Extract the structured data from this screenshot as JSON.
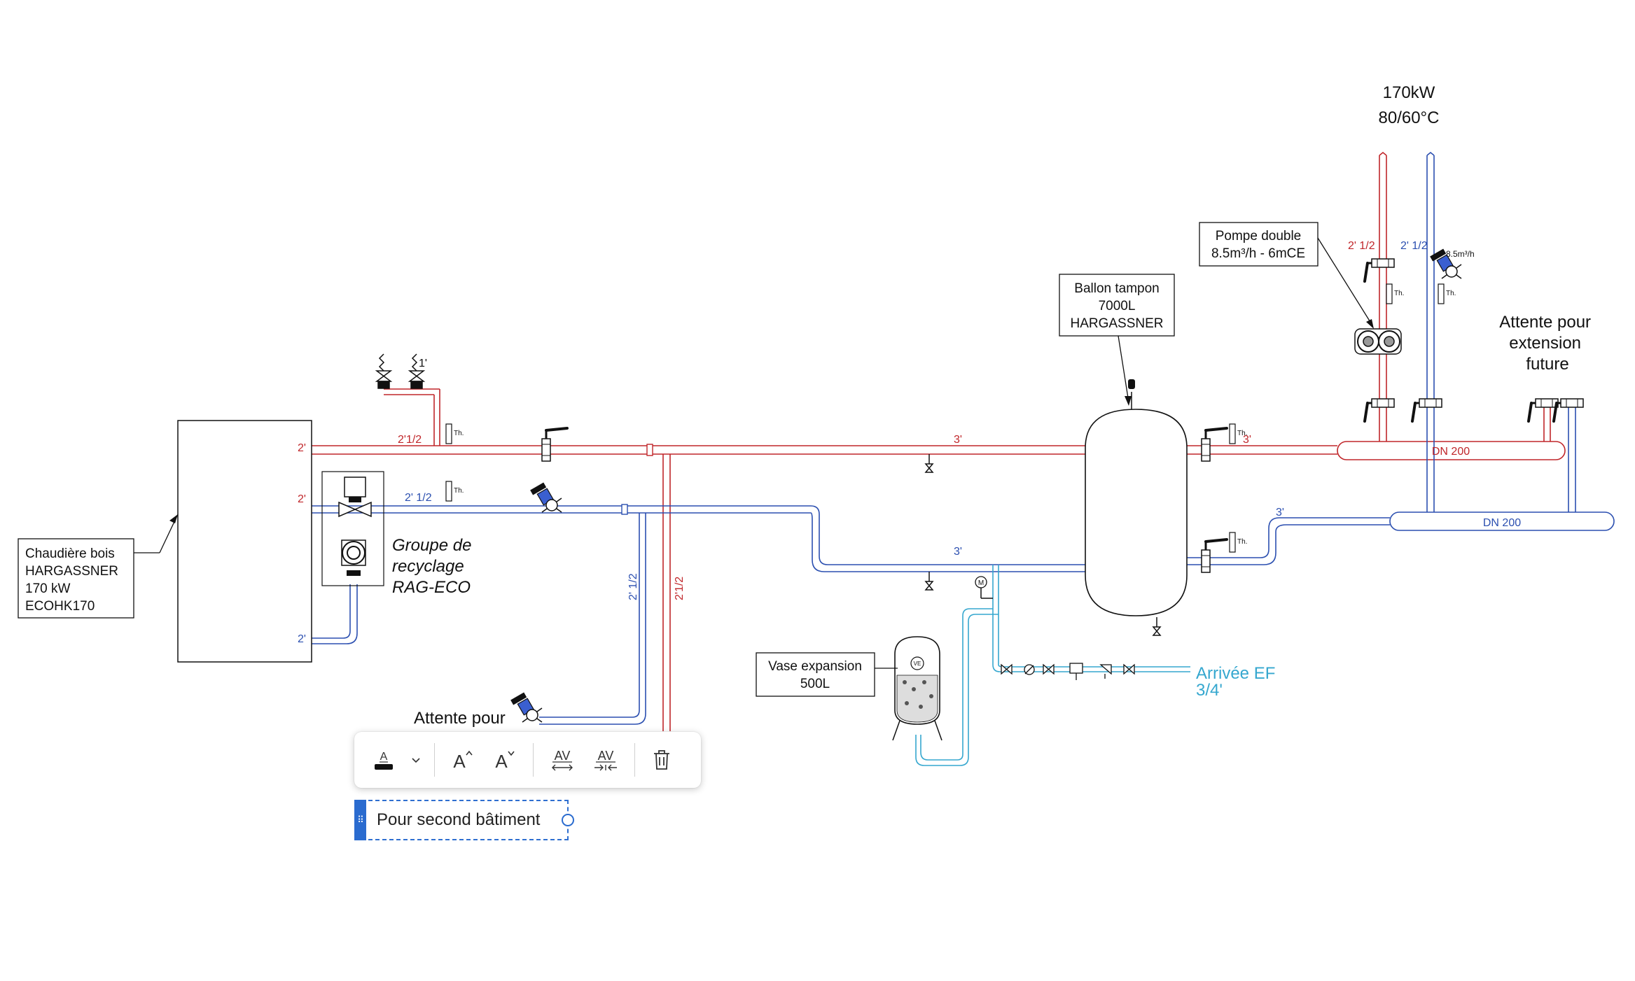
{
  "diagram": {
    "top_power": "170kW",
    "top_temp": "80/60°C",
    "boiler_callout": [
      "Chaudière bois",
      "HARGASSNER",
      "170 kW",
      "ECOHK170"
    ],
    "pump_callout": [
      "Pompe double",
      "8.5m³/h - 6mCE"
    ],
    "tank_callout": [
      "Ballon tampon",
      "7000L",
      "HARGASSNER"
    ],
    "vessel_callout": [
      "Vase expansion",
      "500L"
    ],
    "recycling_label": [
      "Groupe de",
      "recyclage",
      "RAG-ECO"
    ],
    "extension_label": [
      "Attente pour",
      "extension",
      "future"
    ],
    "second_building_label": "Attente pour",
    "water_inlet": [
      "Arrivée EF",
      "3/4'"
    ],
    "header_red": "DN 200",
    "header_blue": "DN 200",
    "labels": {
      "boiler_out_red": "2'",
      "boiler_in_blue": "2'",
      "boiler_bottom_blue": "2'",
      "red_main_size": "2'1/2",
      "blue_main_size": "2' 1/2",
      "red_3in": "3'",
      "blue_3in": "3'",
      "red_after_tank": "3'",
      "blue_after_tank": "3'",
      "vertical_blue": "2' 1/2",
      "vertical_red": "2'1/2",
      "riser_red": "2' 1/2",
      "riser_blue": "2' 1/2",
      "flow_rate": "8.5m³/h",
      "relief_size": "1'",
      "th": "Th.",
      "ve": "VE",
      "motor": "M"
    },
    "colors": {
      "hot": "#c0262a",
      "cold": "#2b4fb0",
      "water": "#35a7cf"
    }
  },
  "toolbar": {
    "buttons": [
      {
        "name": "text-color-button",
        "icon": "text-color-icon"
      },
      {
        "name": "text-color-dropdown",
        "icon": "chevron-down-icon"
      },
      {
        "name": "increase-font-size-button",
        "icon": "font-increase-icon"
      },
      {
        "name": "decrease-font-size-button",
        "icon": "font-decrease-icon"
      },
      {
        "name": "increase-letter-spacing-button",
        "icon": "letter-spacing-expand-icon"
      },
      {
        "name": "decrease-letter-spacing-button",
        "icon": "letter-spacing-condense-icon"
      },
      {
        "name": "delete-button",
        "icon": "trash-icon"
      }
    ]
  },
  "editing_textbox": {
    "value": "Pour second bâtiment"
  }
}
